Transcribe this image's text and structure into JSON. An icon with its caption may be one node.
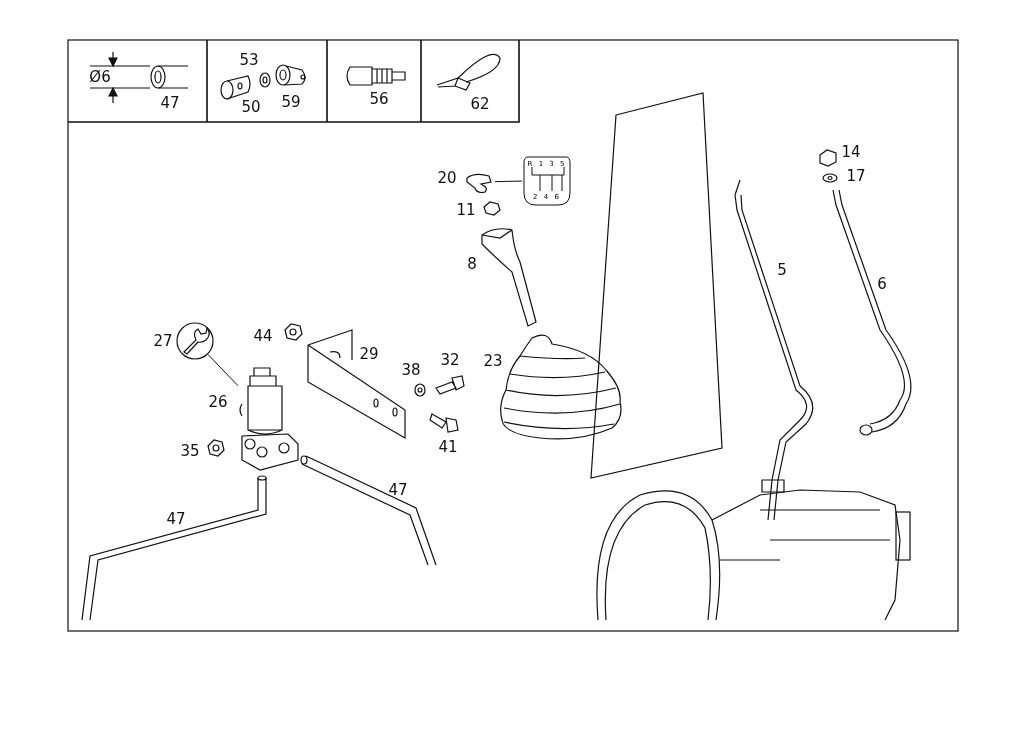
{
  "diagram": {
    "nodes": [
      {
        "text": [],
        "shape": "circle",
        "beside": [
          "27"
        ]
      },
      {
        "text": [],
        "shape": "picture",
        "beside": [
          "26"
        ]
      },
      {
        "text": [],
        "shape": "picture",
        "beside": [
          "20"
        ]
      },
      {
        "text": [
          "R 1 3 5",
          "2 4 6"
        ]
      }
    ],
    "edges": [
      {
        "from": 0,
        "to": 1,
        "arrow": "none"
      },
      {
        "from": 2,
        "to": 3,
        "arrow": "none"
      }
    ],
    "labels": [
      "Ø6",
      "47",
      "53",
      "50",
      "59",
      "56",
      "62",
      "14",
      "17",
      "11",
      "8",
      "5",
      "6",
      "44",
      "29",
      "38",
      "32",
      "23",
      "35",
      "41",
      "47",
      "47"
    ]
  }
}
